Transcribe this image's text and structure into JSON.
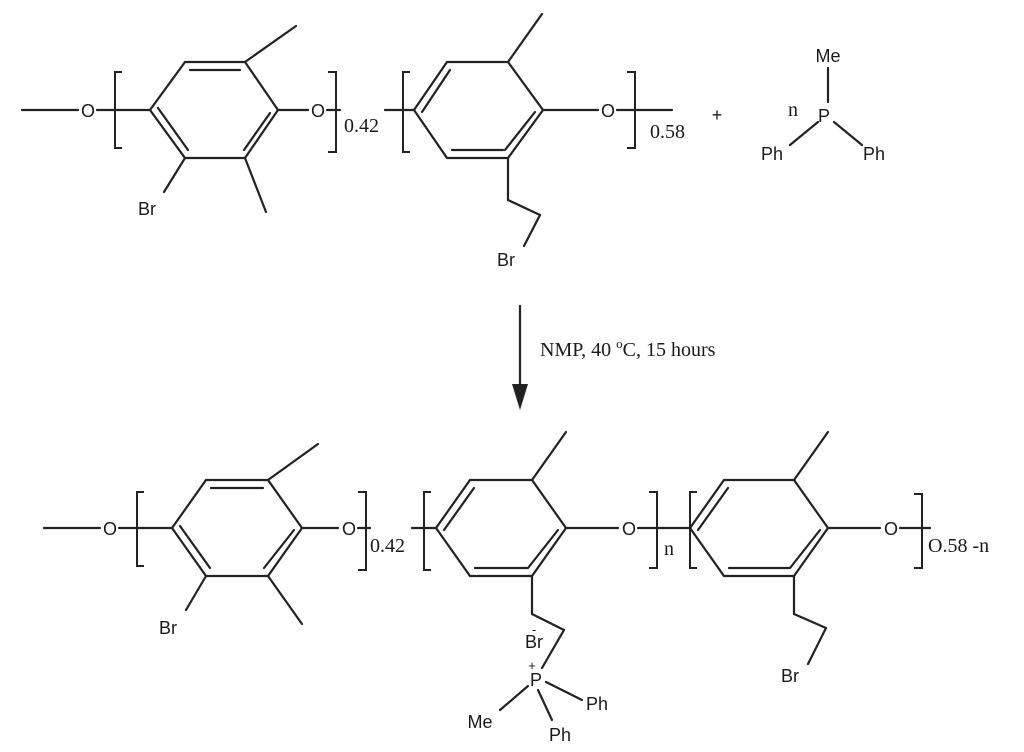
{
  "reactant": {
    "ether_o_left": "O",
    "ether_o_mid": "O",
    "ether_o_right": "O",
    "ring_br": "Br",
    "benzyl_br": "Br",
    "sub_a": "0.42",
    "sub_b": "0.58",
    "plus": "+"
  },
  "phosphine": {
    "coefficient": "n",
    "atom": "P",
    "methyl": "Me",
    "phenyl_left": "Ph",
    "phenyl_right": "Ph"
  },
  "conditions": {
    "label": "NMP, 40 ",
    "degree": "o",
    "unit": "C, 15 hours"
  },
  "product": {
    "ether_o_1": "O",
    "ether_o_2": "O",
    "ether_o_3": "O",
    "ether_o_4": "O",
    "ring_br": "Br",
    "counter_ion": "Br",
    "counter_charge": "-",
    "phosphonium": "P",
    "p_charge": "+",
    "p_methyl": "Me",
    "p_phenyl_1": "Ph",
    "p_phenyl_2": "Ph",
    "benzyl_br": "Br",
    "sub_a": "0.42",
    "sub_b": "n",
    "sub_c": "O.58 -n"
  },
  "colors": {
    "ink": "#222222",
    "background": "#ffffff"
  }
}
